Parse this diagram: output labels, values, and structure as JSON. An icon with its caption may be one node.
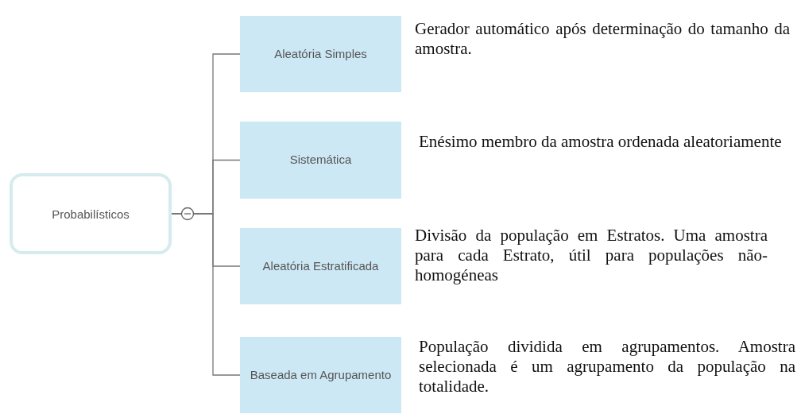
{
  "diagram": {
    "nodes": [
      {
        "text": [
          "Probabilísticos"
        ]
      },
      {
        "text": [
          "Aleatória Simples"
        ],
        "beside": [
          "Gerador automático após determinação do tamanho da amostra."
        ]
      },
      {
        "text": [
          "Sistemática"
        ],
        "beside": [
          "Enésimo membro da amostra ordenada aleatoriamente"
        ]
      },
      {
        "text": [
          "Aleatória Estratificada"
        ],
        "beside": [
          "Divisão da população em Estratos. Uma amostra para cada Estrato, útil para populações não-homogéneas"
        ]
      },
      {
        "text": [
          "Baseada em Agrupamento"
        ],
        "beside": [
          "População dividida em agrupamentos. Amostra selecionada é um agrupamento da população na totalidade."
        ]
      }
    ],
    "edges": [
      {
        "from": 0,
        "to": 1,
        "arrow": "none"
      },
      {
        "from": 0,
        "to": 2,
        "arrow": "none"
      },
      {
        "from": 0,
        "to": 3,
        "arrow": "none"
      },
      {
        "from": 0,
        "to": 4,
        "arrow": "none"
      }
    ]
  }
}
